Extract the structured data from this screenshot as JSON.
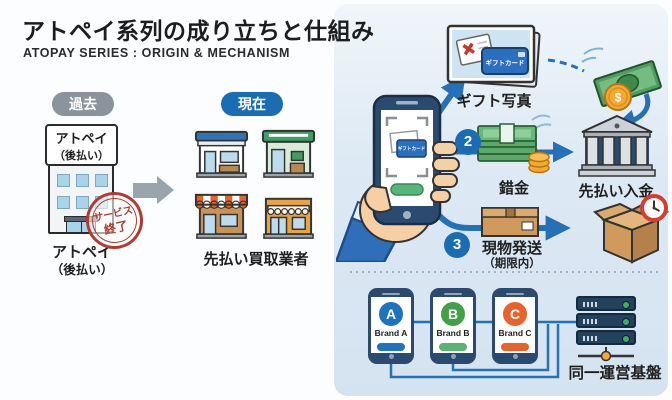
{
  "header": {
    "title": "アトペイ系列の成り立ちと仕組み",
    "subtitle": "ATOPAY SERIES : ORIGIN & MECHANISM"
  },
  "timeline": {
    "past_badge": "過去",
    "present_badge": "現在",
    "building_sign_line1": "アトペイ",
    "building_sign_line2": "（後払い）",
    "stamp_line1": "サービス",
    "stamp_line2": "終了",
    "past_label_line1": "アトペイ",
    "past_label_line2": "（後払い）",
    "present_label": "先払い買取業者"
  },
  "flow": {
    "gift_card_text": "ギフトカード",
    "gift_photo_label": "ギフト写真",
    "phone_card_text": "ギフトカード",
    "coin_symbol": "$",
    "step2": "2",
    "remit_label": "錯金",
    "bank_label": "先払い入金",
    "step3": "3",
    "ship_label": "現物発送",
    "ship_sublabel": "（期限内）"
  },
  "brands": {
    "items": [
      {
        "letter": "A",
        "label": "Brand A",
        "color": "#1e73be"
      },
      {
        "letter": "B",
        "label": "Brand B",
        "color": "#43a047"
      },
      {
        "letter": "C",
        "label": "Brand C",
        "color": "#e8622a"
      }
    ],
    "server_label": "同一運営基盤"
  },
  "icons": {
    "building-icon": "office building with sign",
    "stamp-icon": "red circular service-ended stamp",
    "store-icon": "storefront shop",
    "gift-photo-icon": "photo of gift card",
    "money-icon": "banknote with coin",
    "bank-icon": "classical bank building",
    "phone-hand-icon": "hand holding smartphone scanning card",
    "cash-stack-icon": "stack of banknotes with coins",
    "box-icon": "cardboard parcel",
    "clock-icon": "red deadline clock",
    "server-icon": "server rack with network node"
  },
  "colors": {
    "accent_blue": "#1a6db3",
    "arrow_blue": "#2471b8",
    "badge_gray": "#8b939c",
    "stamp_red": "#b23a2e",
    "panel_blue": "#dce8f4",
    "money_green": "#5aa968",
    "coin_orange": "#f5a931",
    "server_navy": "#24425e",
    "box_brown": "#cf9a5b"
  }
}
